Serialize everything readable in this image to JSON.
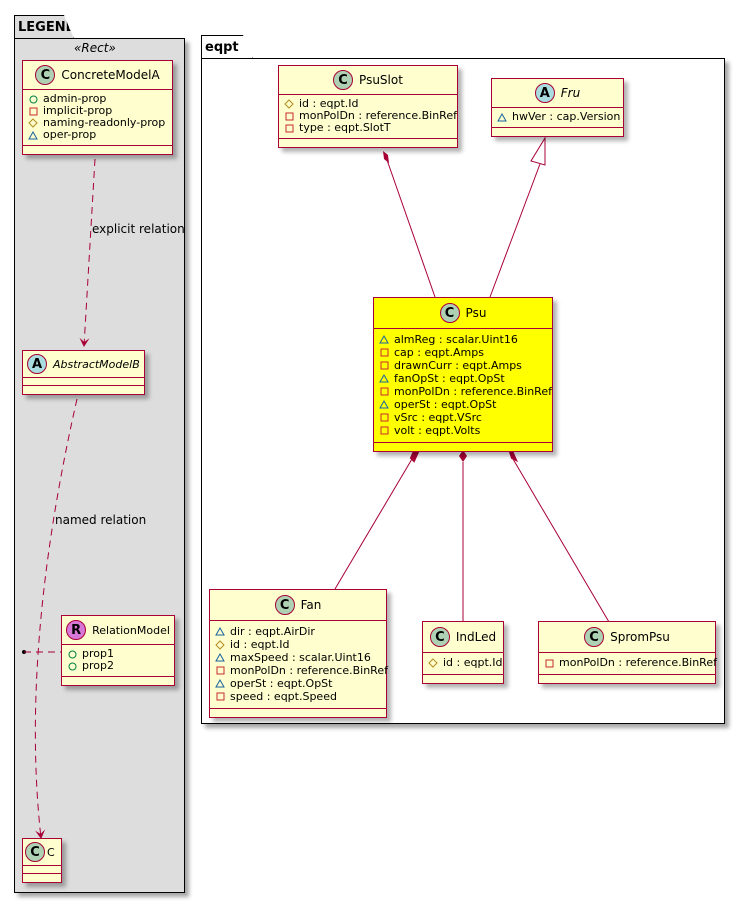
{
  "packages": {
    "legend": {
      "title": "LEGEND",
      "stereotype": "«Rect»"
    },
    "eqpt": {
      "title": "eqpt"
    }
  },
  "classes": {
    "concrete_model_a": {
      "kind": "C",
      "name": "ConcreteModelA",
      "fields": [
        {
          "vis": "public",
          "text": "admin-prop"
        },
        {
          "vis": "private",
          "text": "implicit-prop"
        },
        {
          "vis": "protected",
          "text": "naming-readonly-prop"
        },
        {
          "vis": "package",
          "text": "oper-prop"
        }
      ]
    },
    "abstract_model_b": {
      "kind": "A",
      "name": "AbstractModelB",
      "fields": []
    },
    "relation_model": {
      "kind": "R",
      "name": "RelationModel",
      "fields": [
        {
          "vis": "public",
          "text": "prop1"
        },
        {
          "vis": "public",
          "text": "prop2"
        }
      ]
    },
    "c": {
      "kind": "C",
      "name": "C",
      "fields": []
    },
    "psu_slot": {
      "kind": "C",
      "name": "PsuSlot",
      "fields": [
        {
          "vis": "protected",
          "text": "id : eqpt.Id"
        },
        {
          "vis": "private",
          "text": "monPolDn : reference.BinRef"
        },
        {
          "vis": "private",
          "text": "type : eqpt.SlotT"
        }
      ]
    },
    "fru": {
      "kind": "A",
      "name": "Fru",
      "fields": [
        {
          "vis": "package",
          "text": "hwVer : cap.Version"
        }
      ]
    },
    "psu": {
      "kind": "C",
      "name": "Psu",
      "highlight": "#ffff00",
      "fields": [
        {
          "vis": "package",
          "text": "almReg : scalar.Uint16"
        },
        {
          "vis": "private",
          "text": "cap : eqpt.Amps"
        },
        {
          "vis": "private",
          "text": "drawnCurr : eqpt.Amps"
        },
        {
          "vis": "package",
          "text": "fanOpSt : eqpt.OpSt"
        },
        {
          "vis": "private",
          "text": "monPolDn : reference.BinRef"
        },
        {
          "vis": "package",
          "text": "operSt : eqpt.OpSt"
        },
        {
          "vis": "private",
          "text": "vSrc : eqpt.VSrc"
        },
        {
          "vis": "private",
          "text": "volt : eqpt.Volts"
        }
      ]
    },
    "fan": {
      "kind": "C",
      "name": "Fan",
      "fields": [
        {
          "vis": "package",
          "text": "dir : eqpt.AirDir"
        },
        {
          "vis": "protected",
          "text": "id : eqpt.Id"
        },
        {
          "vis": "package",
          "text": "maxSpeed : scalar.Uint16"
        },
        {
          "vis": "private",
          "text": "monPolDn : reference.BinRef"
        },
        {
          "vis": "package",
          "text": "operSt : eqpt.OpSt"
        },
        {
          "vis": "private",
          "text": "speed : eqpt.Speed"
        }
      ]
    },
    "ind_led": {
      "kind": "C",
      "name": "IndLed",
      "fields": [
        {
          "vis": "protected",
          "text": "id : eqpt.Id"
        }
      ]
    },
    "sprom_psu": {
      "kind": "C",
      "name": "SpromPsu",
      "fields": [
        {
          "vis": "private",
          "text": "monPolDn : reference.BinRef"
        }
      ]
    }
  },
  "relations": {
    "explicit": {
      "label": "explicit relation",
      "from": "ConcreteModelA",
      "to": "AbstractModelB",
      "type": "dependency"
    },
    "named": {
      "label": "named relation",
      "from": "AbstractModelB",
      "to": "C",
      "type": "dependency",
      "association_class": "RelationModel"
    },
    "psuslot_psu": {
      "from": "PsuSlot",
      "to": "Psu",
      "type": "composition"
    },
    "psu_fru": {
      "from": "Psu",
      "to": "Fru",
      "type": "generalization"
    },
    "psu_fan": {
      "from": "Psu",
      "to": "Fan",
      "type": "composition"
    },
    "psu_indled": {
      "from": "Psu",
      "to": "IndLed",
      "type": "composition"
    },
    "psu_sprompsu": {
      "from": "Psu",
      "to": "SpromPsu",
      "type": "composition"
    }
  },
  "colors": {
    "class_fill": "#fefece",
    "class_border": "#a80036",
    "highlight_fill": "#ffff00",
    "legend_fill": "#dddddd",
    "public": "#038048",
    "private": "#c82930",
    "protected": "#b38d22",
    "package": "#1963a0"
  }
}
